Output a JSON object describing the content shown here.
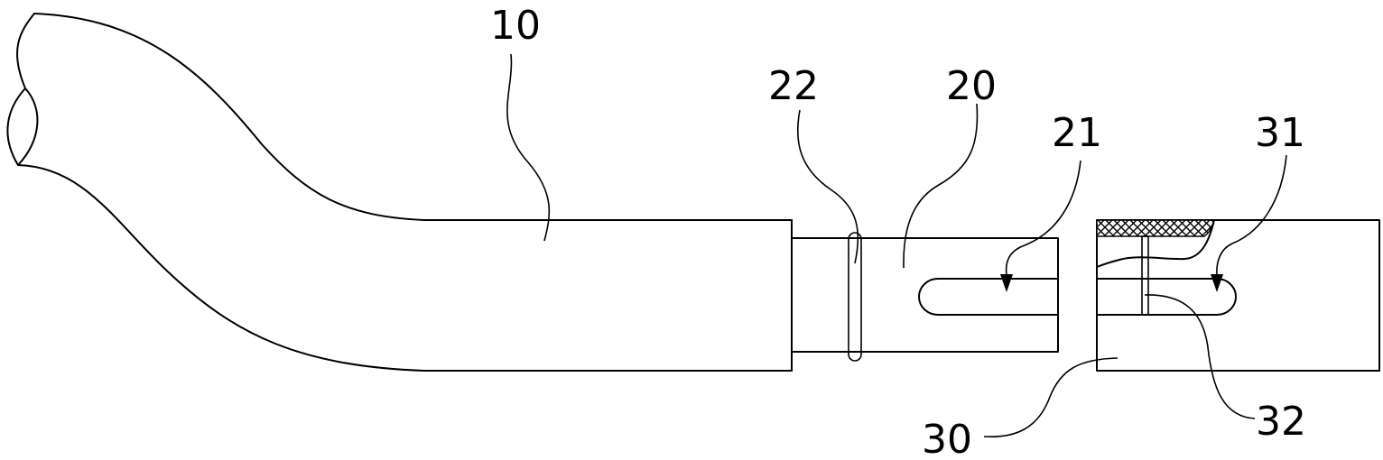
{
  "labels": {
    "tube": "10",
    "plug": "20",
    "plug_slot": "21",
    "plug_ring": "22",
    "socket": "30",
    "socket_slot": "31",
    "socket_pin": "32"
  },
  "colors": {
    "line": "#000000",
    "background": "#ffffff"
  }
}
